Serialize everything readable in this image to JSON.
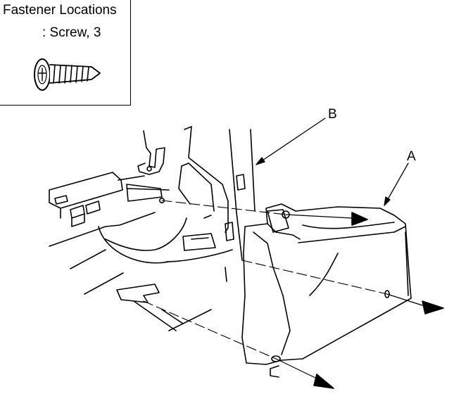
{
  "legend": {
    "title": "Fastener Locations",
    "fastener": ": Screw, 3"
  },
  "callouts": {
    "a": "A",
    "b": "B"
  }
}
